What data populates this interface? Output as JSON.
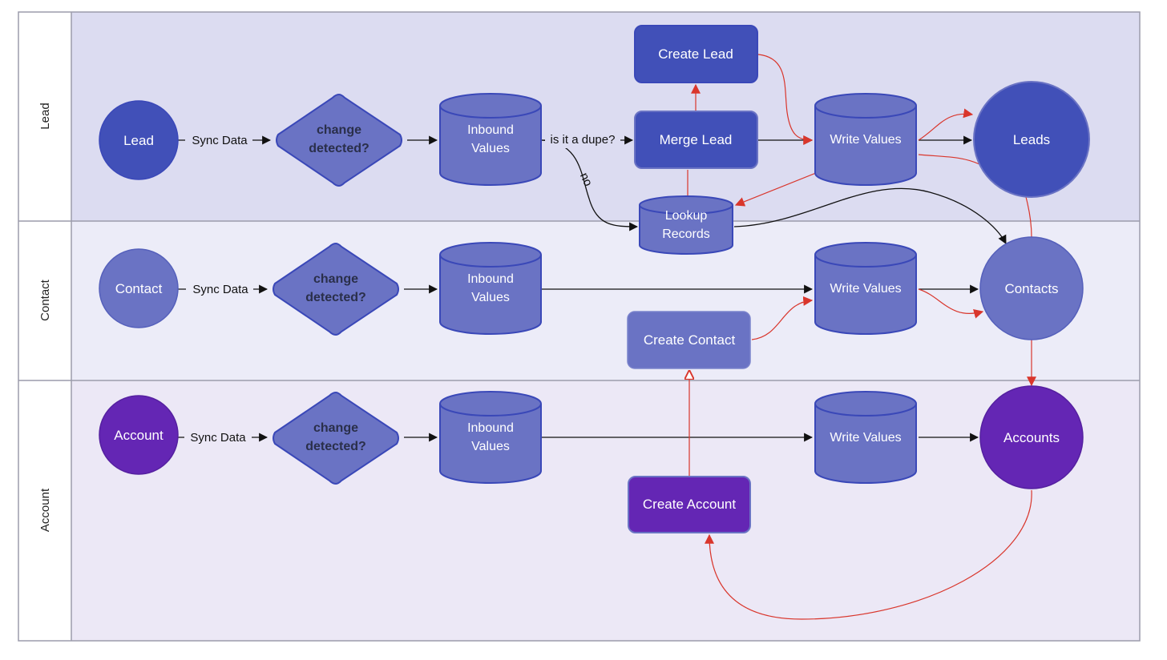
{
  "colors": {
    "lead_band": "#dcdcf1",
    "contact_band": "#ececf8",
    "account_band": "#ece8f6",
    "lane_border": "#9c9cac",
    "lead_circle": "#4150b8",
    "contact_circle": "#6a73c4",
    "account_circle": "#6426b4",
    "process_fill": "#6a73c4",
    "process_stroke": "#3a48b8",
    "edge_black": "#111111",
    "edge_red": "#d9362c"
  },
  "lanes": {
    "lead": "Lead",
    "contact": "Contact",
    "account": "Account"
  },
  "nodes": {
    "lead_source": "Lead",
    "contact_source": "Contact",
    "account_source": "Account",
    "change_detected_line1": "change",
    "change_detected_line2": "detected?",
    "inbound_line1": "Inbound",
    "inbound_line2": "Values",
    "create_lead": "Create Lead",
    "merge_lead": "Merge Lead",
    "lookup_line1": "Lookup",
    "lookup_line2": "Records",
    "write_values": "Write Values",
    "leads": "Leads",
    "contacts": "Contacts",
    "accounts": "Accounts",
    "create_contact": "Create Contact",
    "create_account": "Create Account"
  },
  "edge_labels": {
    "sync_data": "Sync Data",
    "is_dupe": "is it a dupe?",
    "no": "no"
  }
}
